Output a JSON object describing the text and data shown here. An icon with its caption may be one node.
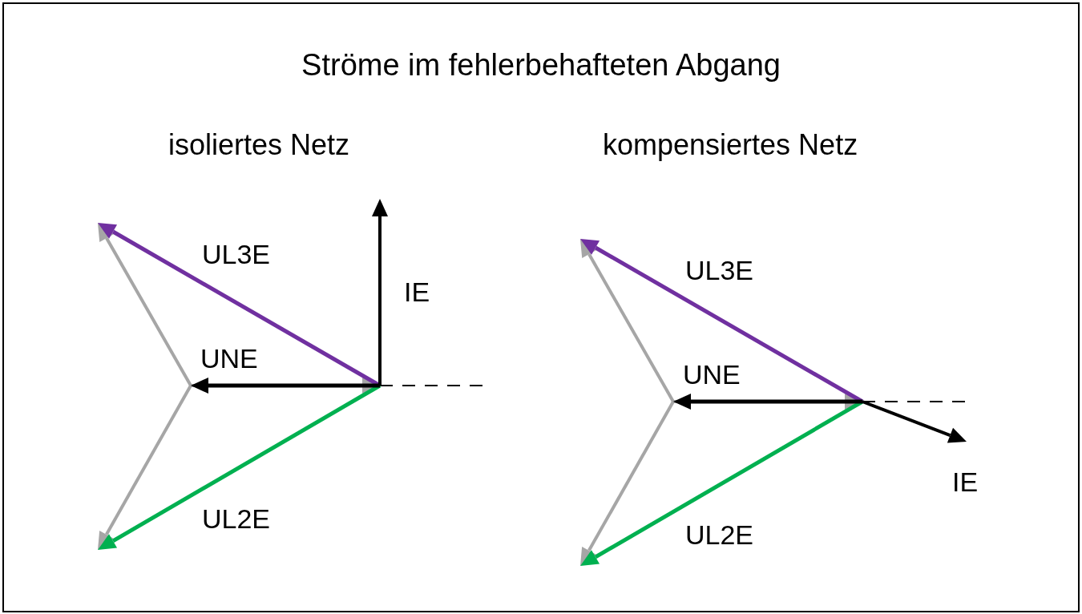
{
  "diagram": {
    "title": "Ströme im fehlerbehafteten Abgang",
    "labels": [
      "isoliertes Netz",
      "kompensiertes Netz",
      "UL3E",
      "IE",
      "UNE",
      "UL2E",
      "UL3E",
      "UNE",
      "IE",
      "UL2E"
    ]
  }
}
